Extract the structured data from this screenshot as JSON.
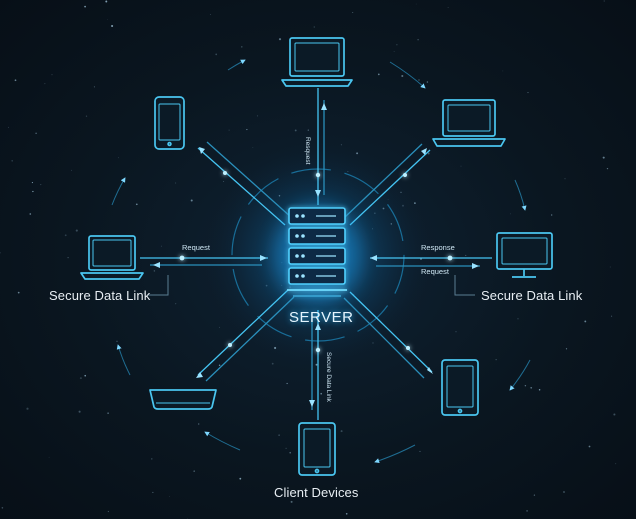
{
  "labels": {
    "server": "SERVER",
    "secure_link_left": "Secure Data Link",
    "secure_link_right": "Secure Data Link",
    "client_devices": "Client Devices"
  },
  "link_labels": {
    "left_request": "Request",
    "right_response": "Response",
    "right_request": "Request",
    "top_vertical": "Resquest",
    "bottom_vertical": "Secure Data Link"
  },
  "devices": [
    {
      "name": "laptop-top-icon",
      "icon": "laptop"
    },
    {
      "name": "laptop-top-right-icon",
      "icon": "laptop"
    },
    {
      "name": "monitor-right-icon",
      "icon": "monitor"
    },
    {
      "name": "tablet-bottom-right-icon",
      "icon": "tablet"
    },
    {
      "name": "tablet-bottom-icon",
      "icon": "tablet"
    },
    {
      "name": "router-bottom-left-icon",
      "icon": "router"
    },
    {
      "name": "laptop-left-icon",
      "icon": "laptop"
    },
    {
      "name": "phone-top-left-icon",
      "icon": "phone"
    }
  ],
  "colors": {
    "background": "#0b1520",
    "accent": "#2ec4ff",
    "line": "#3fb8e8",
    "text": "#e8eef3"
  }
}
